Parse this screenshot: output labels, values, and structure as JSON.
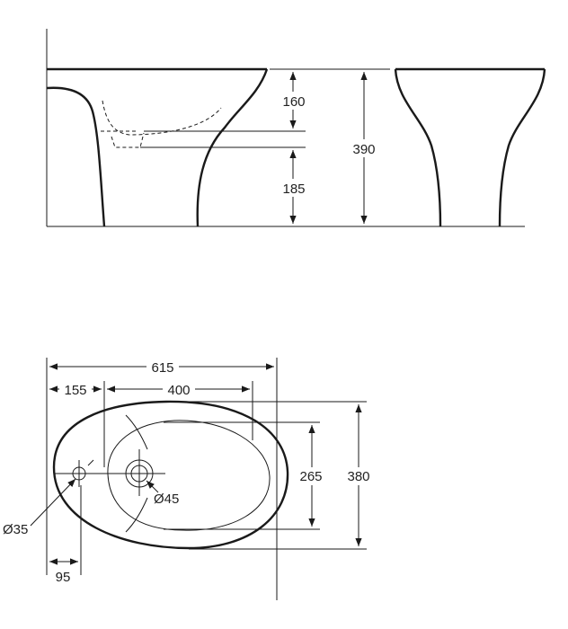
{
  "side_view": {
    "dims": {
      "d160": "160",
      "d185": "185",
      "d390": "390"
    }
  },
  "plan_view": {
    "dims": {
      "d615": "615",
      "d155": "155",
      "d400": "400",
      "d265": "265",
      "d380": "380",
      "d45": "Ø45",
      "d35": "Ø35",
      "d95": "95"
    }
  },
  "colors": {
    "line": "#1a1a1a",
    "background": "#ffffff"
  }
}
